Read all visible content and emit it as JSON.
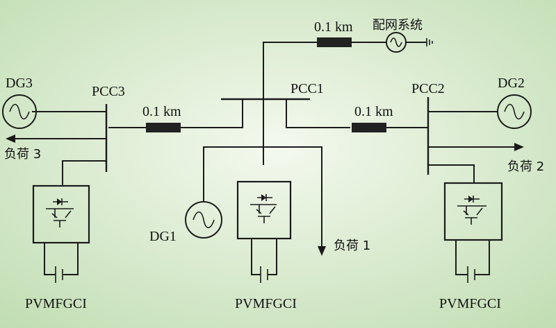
{
  "labels": {
    "grid": "配网系统",
    "line_top": "0.1 km",
    "line_left": "0.1 km",
    "line_right": "0.1 km",
    "pcc1": "PCC1",
    "pcc2": "PCC2",
    "pcc3": "PCC3",
    "dg1": "DG1",
    "dg2": "DG2",
    "dg3": "DG3",
    "load1": "负荷 1",
    "load2": "负荷 2",
    "load3": "负荷 3",
    "inv_left": "PVMFGCI",
    "inv_mid": "PVMFGCI",
    "inv_right": "PVMFGCI"
  },
  "colors": {
    "background_center": "#f3f8ec",
    "background_edge": "#c3dfb6",
    "line": "#1a1a1a"
  }
}
